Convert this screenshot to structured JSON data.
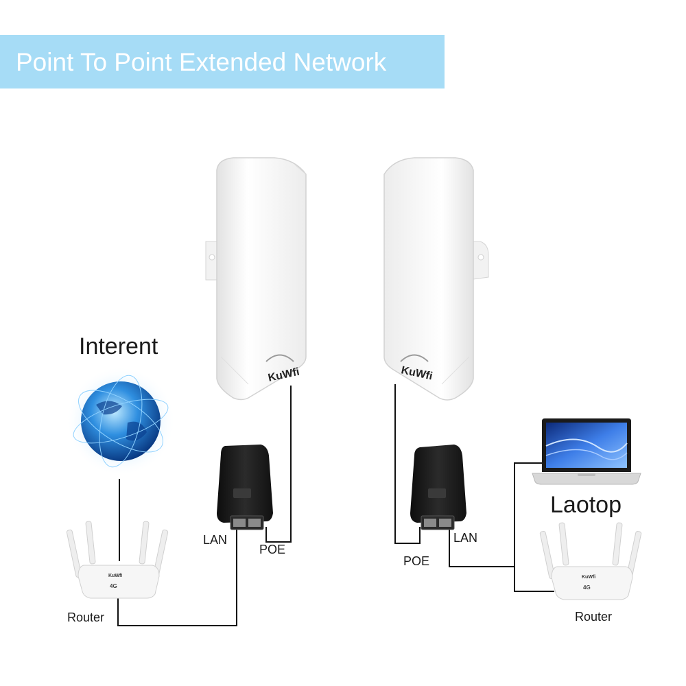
{
  "title": "Point To Point Extended Network",
  "labels": {
    "internet": "Interent",
    "laptop": "Laotop",
    "router_left": "Router",
    "router_right": "Router",
    "lan_left": "LAN",
    "poe_left": "POE",
    "poe_right": "POE",
    "lan_right": "LAN"
  },
  "brand": "KuWfi",
  "router_badge": "4G",
  "colors": {
    "banner": "#a6dcf6",
    "banner_text": "#ffffff",
    "cable": "#111111",
    "device_body": "#f4f4f4",
    "adapter": "#1c1c1c"
  },
  "icons": {
    "cpe_left": "outdoor-cpe-antenna",
    "cpe_right": "outdoor-cpe-antenna",
    "poe_left": "poe-injector",
    "poe_right": "poe-injector",
    "globe": "globe-icon",
    "router_left": "wifi-router-icon",
    "router_right": "wifi-router-icon",
    "laptop": "laptop-icon"
  }
}
